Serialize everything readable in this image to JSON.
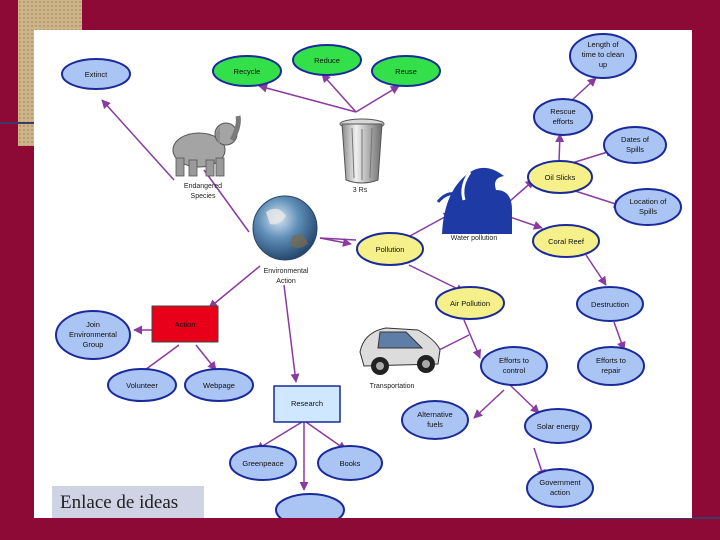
{
  "colors": {
    "background": "#8d0a36",
    "node_blue": "#aac4f4",
    "node_green": "#33e04a",
    "node_yellow": "#f6f08a",
    "node_red": "#e8001a",
    "edge": "#8a3aa0"
  },
  "nodes": {
    "extinct": "Extinct",
    "recycle": "Recycle",
    "reduce": "Reduce",
    "reuse": "Reuse",
    "length_1": "Length of",
    "length_2": "time to clean",
    "length_3": "up",
    "rescue_1": "Rescue",
    "rescue_2": "efforts",
    "dates_1": "Dates of",
    "dates_2": "Spills",
    "oil_slicks": "Oil Slicks",
    "location_1": "Location of",
    "location_2": "Spills",
    "coral_reef": "Coral Reef",
    "pollution": "Pollution",
    "destruction": "Destruction",
    "air_pollution": "Air Pollution",
    "repair_1": "Efforts to",
    "repair_2": "repair",
    "join_1": "Join",
    "join_2": "Environmental",
    "join_3": "Group",
    "action": "Action",
    "volunteer": "Volunteer",
    "webpage": "Webpage",
    "research": "Research",
    "control_1": "Efforts to",
    "control_2": "control",
    "alt_1": "Alternative",
    "alt_2": "fuels",
    "solar": "Solar energy",
    "greenpeace": "Greenpeace",
    "books": "Books",
    "gov_1": "Government",
    "gov_2": "action"
  },
  "labels": {
    "endangered_1": "Endangered",
    "endangered_2": "Species",
    "three_rs": "3 Rs",
    "water_pollution": "Water pollution",
    "env_action_1": "Environmental",
    "env_action_2": "Action",
    "transportation": "Transportation"
  },
  "caption": "Enlace de ideas"
}
